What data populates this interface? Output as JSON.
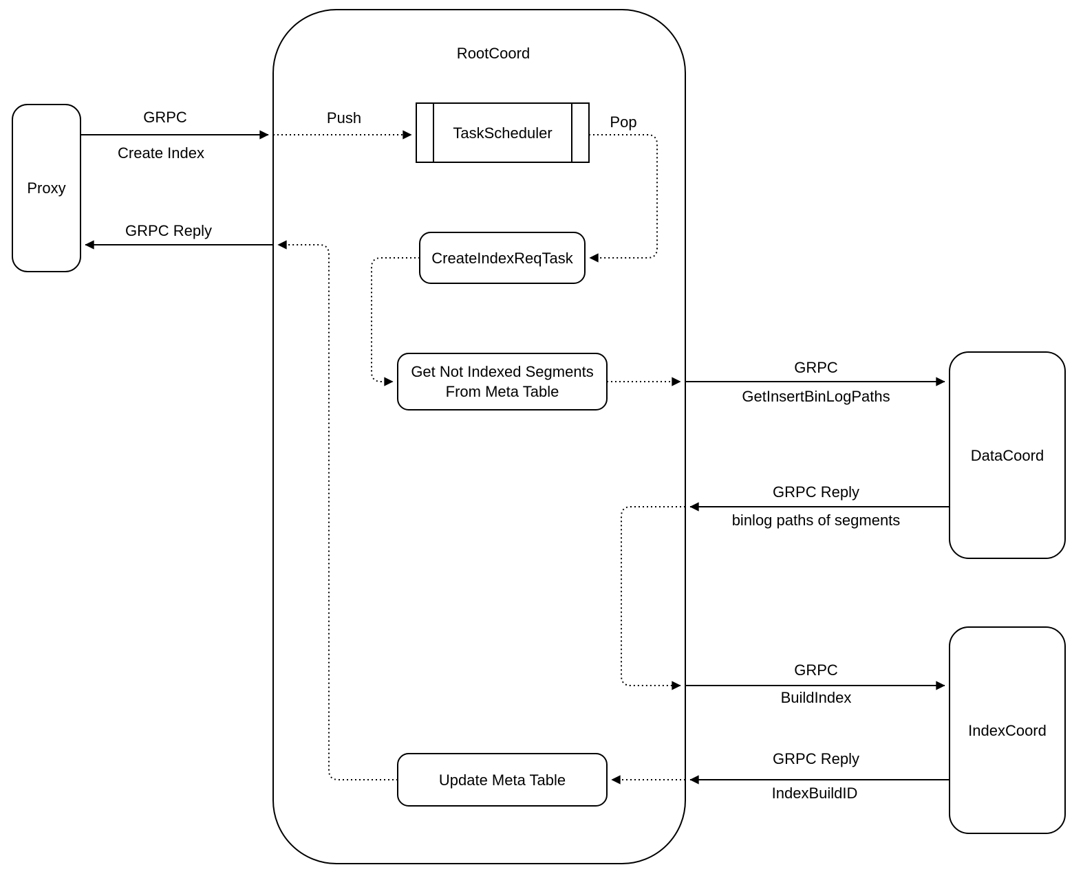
{
  "diagram": {
    "container_title": "RootCoord",
    "nodes": {
      "proxy": {
        "label": "Proxy"
      },
      "task_scheduler": {
        "label": "TaskScheduler"
      },
      "create_index_req_task": {
        "label": "CreateIndexReqTask"
      },
      "get_not_indexed_segments": {
        "label_line1": "Get Not Indexed Segments",
        "label_line2": "From Meta Table"
      },
      "update_meta_table": {
        "label": "Update Meta Table"
      },
      "data_coord": {
        "label": "DataCoord"
      },
      "index_coord": {
        "label": "IndexCoord"
      }
    },
    "edges": {
      "proxy_to_rootcoord": {
        "label_top": "GRPC",
        "label_bottom": "Create Index"
      },
      "rootcoord_to_proxy": {
        "label": "GRPC Reply"
      },
      "push_to_scheduler": {
        "label": "Push"
      },
      "pop_from_scheduler": {
        "label": "Pop"
      },
      "rootcoord_to_datacoord": {
        "label_top": "GRPC",
        "label_bottom": "GetInsertBinLogPaths"
      },
      "datacoord_to_rootcoord": {
        "label_top": "GRPC Reply",
        "label_bottom": "binlog paths of segments"
      },
      "rootcoord_to_indexcoord": {
        "label_top": "GRPC",
        "label_bottom": "BuildIndex"
      },
      "indexcoord_to_rootcoord": {
        "label_top": "GRPC Reply",
        "label_bottom": "IndexBuildID"
      }
    },
    "colors": {
      "stroke": "#000000",
      "background": "#ffffff"
    }
  }
}
